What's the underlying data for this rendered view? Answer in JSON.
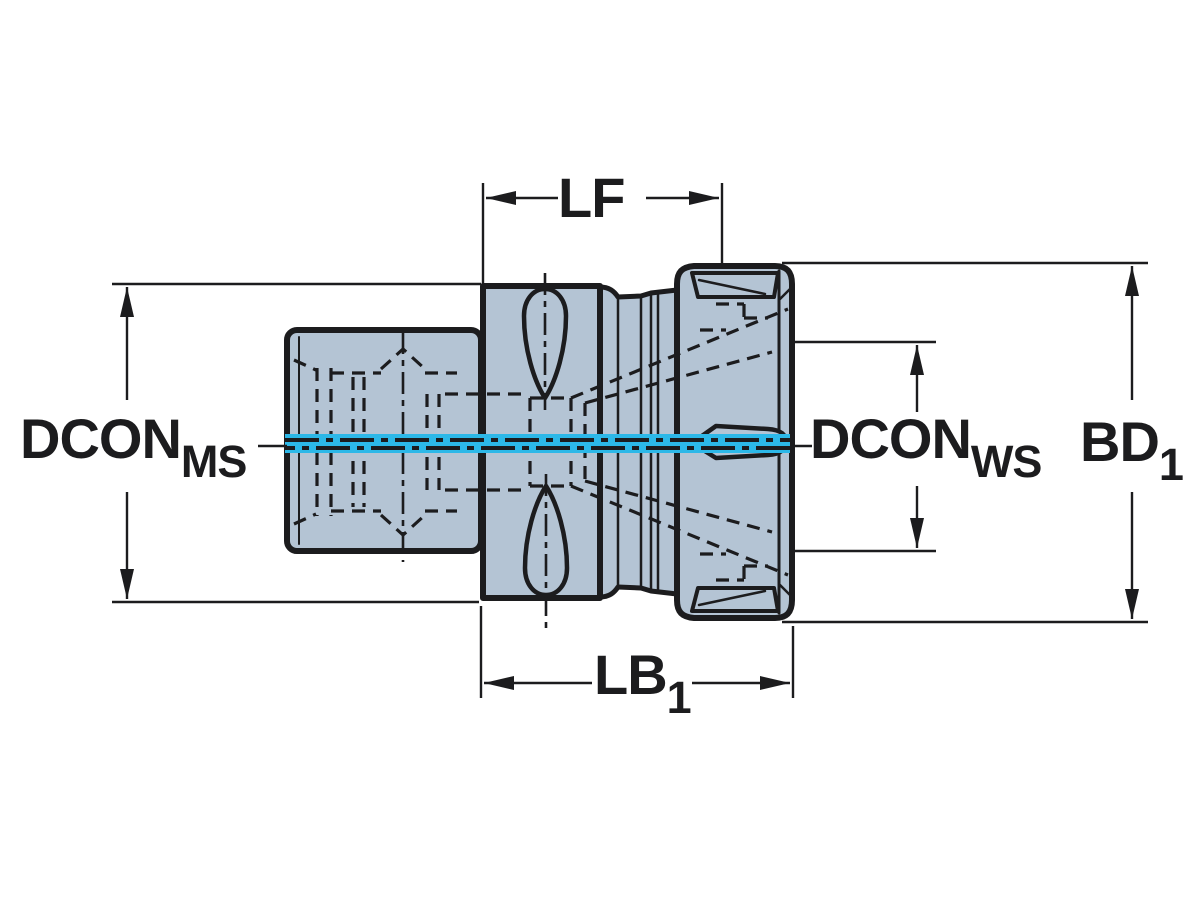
{
  "diagram": {
    "type": "technical-dimension-drawing",
    "subject": "collet-chuck-adapter-side-view",
    "colors": {
      "background": "#ffffff",
      "part_fill": "#b4c4d4",
      "outline": "#1c1c1e",
      "centerline": "#2cb8e8"
    },
    "dimensions": {
      "lf": {
        "label": "LF",
        "subscript": ""
      },
      "dcon_ms": {
        "label": "DCON",
        "subscript": "MS"
      },
      "dcon_ws": {
        "label": "DCON",
        "subscript": "WS"
      },
      "bd1": {
        "label": "BD",
        "subscript": "1"
      },
      "lb1": {
        "label": "LB",
        "subscript": "1"
      }
    }
  }
}
